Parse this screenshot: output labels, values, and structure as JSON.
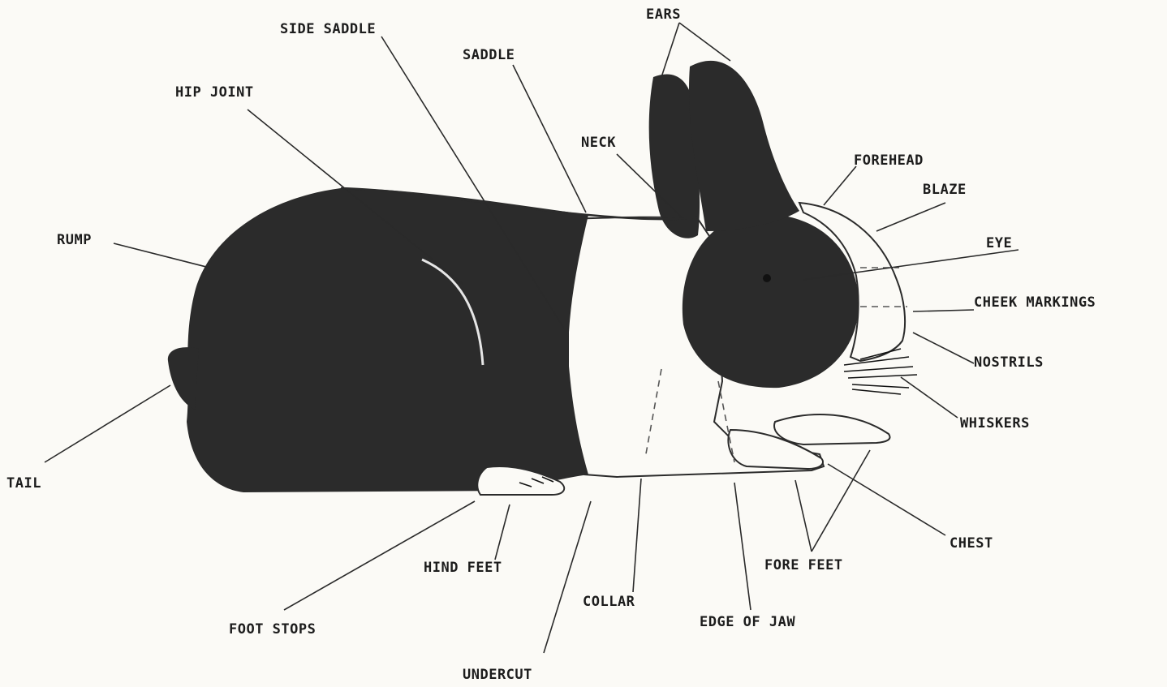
{
  "labels": {
    "ears": "EARS",
    "side_saddle": "SIDE SADDLE",
    "saddle": "SADDLE",
    "hip_joint": "HIP JOINT",
    "neck": "NECK",
    "forehead": "FOREHEAD",
    "blaze": "BLAZE",
    "rump": "RUMP",
    "eye": "EYE",
    "cheek_markings": "CHEEK MARKINGS",
    "nostrils": "NOSTRILS",
    "whiskers": "WHISKERS",
    "tail": "TAIL",
    "chest": "CHEST",
    "hind_feet": "HIND FEET",
    "fore_feet": "FORE FEET",
    "collar": "COLLAR",
    "foot_stops": "FOOT STOPS",
    "edge_of_jaw": "EDGE OF JAW",
    "undercut": "UNDERCUT"
  },
  "colors": {
    "fur_dark": "#2b2b2b",
    "fur_white": "#fbfaf6",
    "ink": "#1c1c1c"
  }
}
